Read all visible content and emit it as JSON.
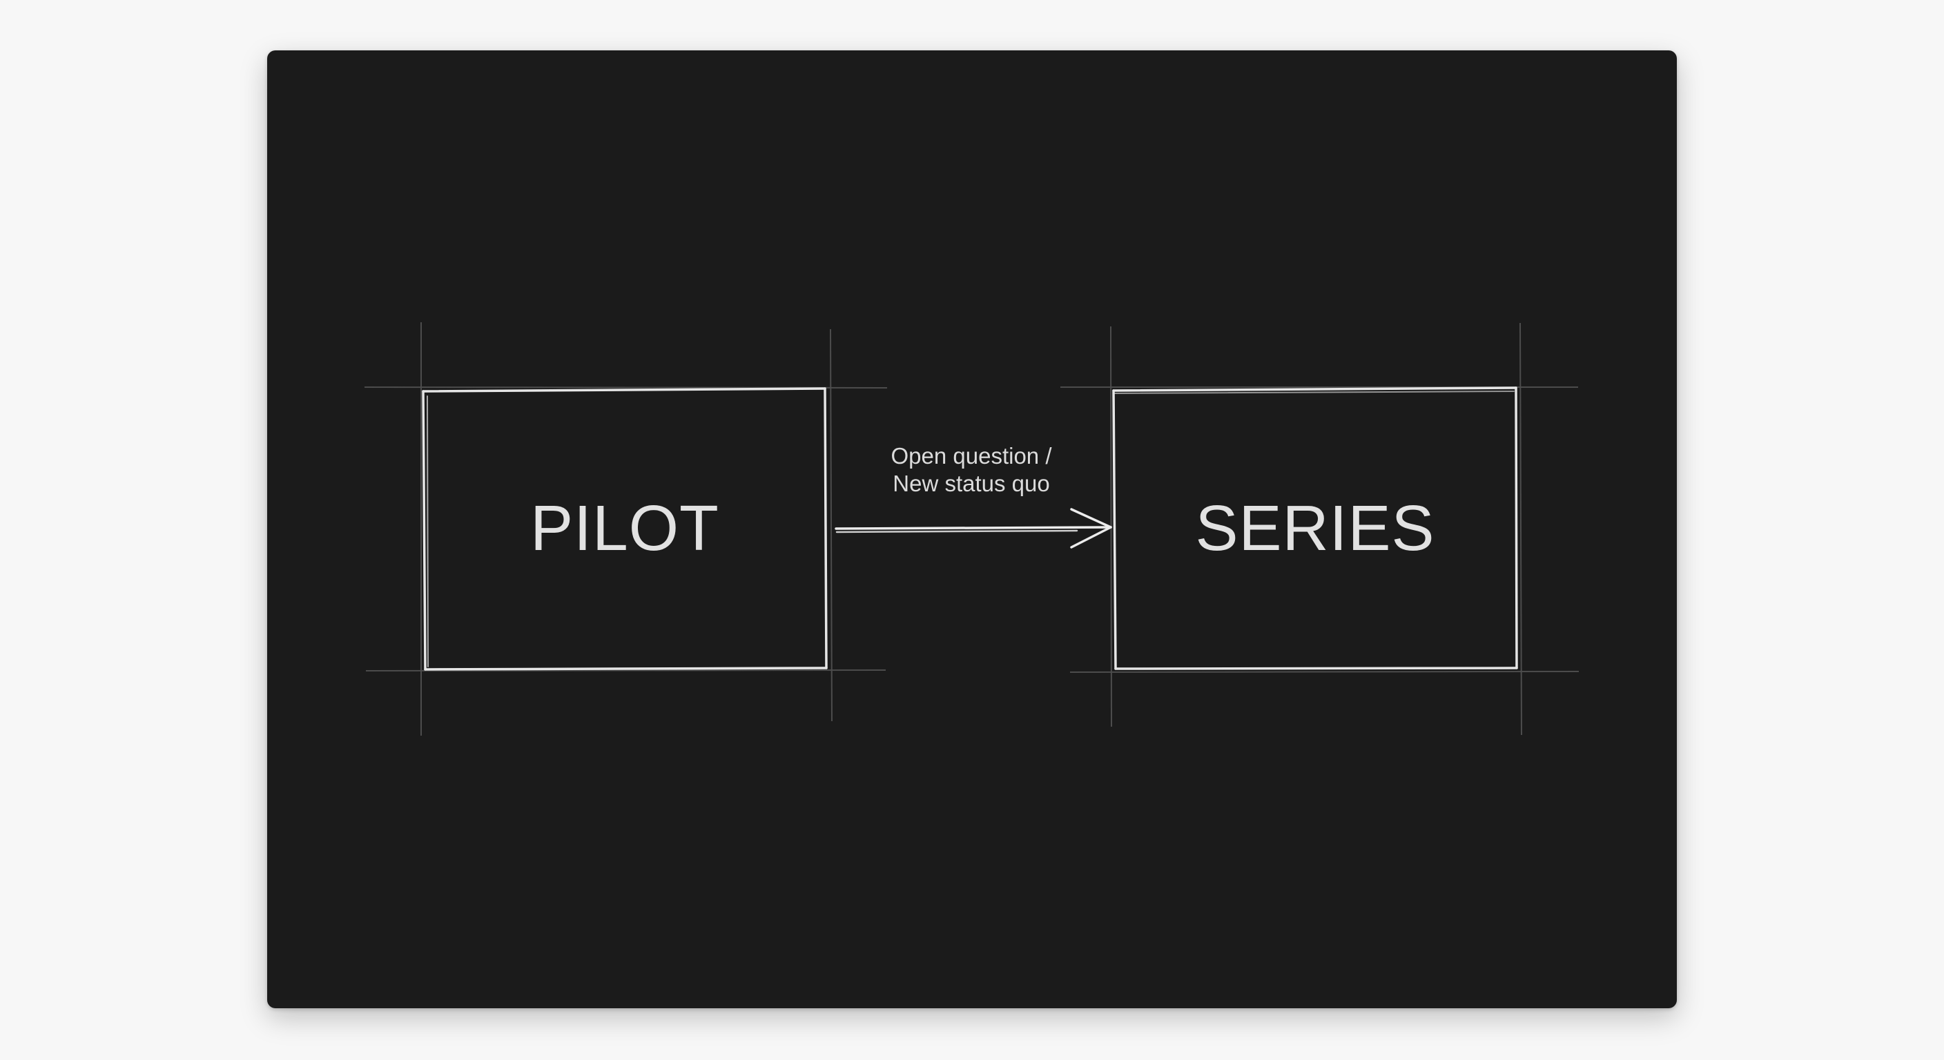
{
  "diagram": {
    "nodes": [
      {
        "id": "pilot",
        "label": "PILOT"
      },
      {
        "id": "series",
        "label": "SERIES"
      }
    ],
    "edge": {
      "from": "pilot",
      "to": "series",
      "label_line1": "Open question /",
      "label_line2": "New status quo"
    }
  },
  "colors": {
    "page_background": "#f7f7f7",
    "card_background": "#1b1b1b",
    "stroke": "#e8e8e8",
    "guide": "#5a5a5a",
    "text": "#e2e2e2"
  }
}
